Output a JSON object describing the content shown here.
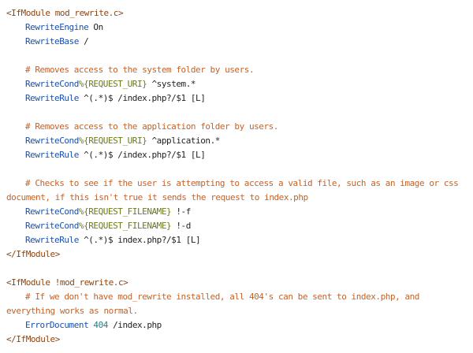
{
  "code_view": {
    "lines": [
      {
        "t": "<IfModule mod_rewrite.c>"
      },
      {
        "d": "RewriteEngine",
        "a": " On"
      },
      {
        "d": "RewriteBase",
        "a": " /"
      },
      {},
      {
        "c": "# Removes access to the system folder by users."
      },
      {
        "d": "RewriteCond",
        "v": "%{REQUEST_URI}",
        "a": " ^system.*"
      },
      {
        "d": "RewriteRule",
        "a": " ^(.*)$ /index.php?/$1 [L]"
      },
      {},
      {
        "c": "# Removes access to the application folder by users."
      },
      {
        "d": "RewriteCond",
        "v": "%{REQUEST_URI}",
        "a": " ^application.*"
      },
      {
        "d": "RewriteRule",
        "a": " ^(.*)$ /index.php?/$1 [L]"
      },
      {},
      {
        "c": "# Checks to see if the user is attempting to access a valid file, such as an image or css document, if this isn't true it sends the request to index.php"
      },
      {
        "d": "RewriteCond",
        "v": "%{REQUEST_FILENAME}",
        "a": " !-f"
      },
      {
        "d": "RewriteCond",
        "v": "%{REQUEST_FILENAME}",
        "a": " !-d"
      },
      {
        "d": "RewriteRule",
        "a": " ^(.*)$ index.php?/$1 [L]"
      },
      {
        "t": "</IfModule>"
      },
      {},
      {
        "t": "<IfModule !mod_rewrite.c>"
      },
      {
        "c": "# If we don't have mod_rewrite installed, all 404's can be sent to index.php, and everything works as normal."
      },
      {
        "d": "ErrorDocument",
        "n": " 404",
        "a": " /index.php"
      },
      {
        "t": "</IfModule>"
      }
    ]
  }
}
